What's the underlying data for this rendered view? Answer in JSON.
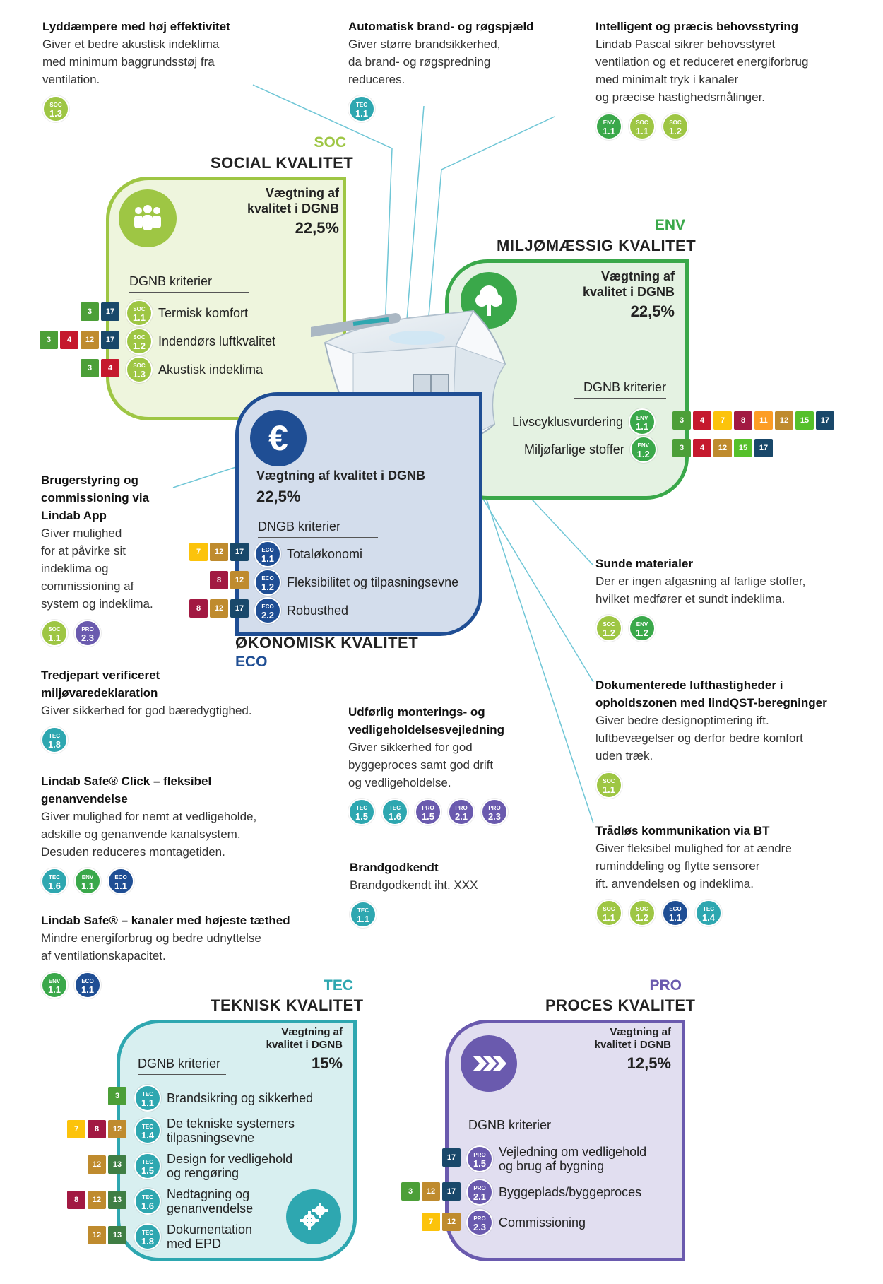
{
  "features": [
    {
      "title": "Lyddæmpere med høj effektivitet",
      "desc": "Giver et bedre akustisk indeklima\nmed minimum baggrundsstøj fra\nventilation.",
      "badges": [
        {
          "label": "SOC",
          "num": "1.3"
        }
      ]
    },
    {
      "title": "Automatisk brand- og røgspjæld",
      "desc": "Giver større brandsikkerhed,\nda brand- og røgspredning\nreduceres.",
      "badges": [
        {
          "label": "TEC",
          "num": "1.1"
        }
      ]
    },
    {
      "title": "Intelligent og præcis behovsstyring",
      "desc": "Lindab Pascal sikrer behovsstyret\nventilation og et reduceret energiforbrug\nmed minimalt tryk i kanaler\nog præcise hastighedsmålinger.",
      "badges": [
        {
          "label": "ENV",
          "num": "1.1"
        },
        {
          "label": "SOC",
          "num": "1.1"
        },
        {
          "label": "SOC",
          "num": "1.2"
        }
      ]
    },
    {
      "title": "Brugerstyring og\ncommissioning via\nLindab App",
      "desc": "Giver mulighed\nfor at påvirke sit\nindeklima og\ncommissioning af\nsystem og indeklima.",
      "badges": [
        {
          "label": "SOC",
          "num": "1.1"
        },
        {
          "label": "PRO",
          "num": "2.3"
        }
      ]
    },
    {
      "title": "Sunde materialer",
      "desc": "Der er ingen afgasning af farlige stoffer,\nhvilket medfører et sundt indeklima.",
      "badges": [
        {
          "label": "SOC",
          "num": "1.2"
        },
        {
          "label": "ENV",
          "num": "1.2"
        }
      ]
    },
    {
      "title": "Tredjepart verificeret\nmiljøvaredeklaration",
      "desc": "Giver sikkerhed for god bæredygtighed.",
      "badges": [
        {
          "label": "TEC",
          "num": "1.8"
        }
      ]
    },
    {
      "title": "Dokumenterede lufthastigheder i\nopholdszonen med lindQST-beregninger",
      "desc": "Giver bedre designoptimering ift.\nluftbevægelser og derfor bedre komfort\nuden træk.",
      "badges": [
        {
          "label": "SOC",
          "num": "1.1"
        }
      ]
    },
    {
      "title": "Udførlig monterings- og\nvedligeholdelsesvejledning",
      "desc": "Giver sikkerhed for god\nbyggeproces samt god drift\nog vedligeholdelse.",
      "badges": [
        {
          "label": "TEC",
          "num": "1.5"
        },
        {
          "label": "TEC",
          "num": "1.6"
        },
        {
          "label": "PRO",
          "num": "1.5"
        },
        {
          "label": "PRO",
          "num": "2.1"
        },
        {
          "label": "PRO",
          "num": "2.3"
        }
      ]
    },
    {
      "title": "Lindab Safe® Click – fleksibel\ngenanvendelse",
      "desc": "Giver mulighed for nemt at vedligeholde,\nadskille og genanvende kanalsystem.\nDesuden reduceres montagetiden.",
      "badges": [
        {
          "label": "TEC",
          "num": "1.6"
        },
        {
          "label": "ENV",
          "num": "1.1"
        },
        {
          "label": "ECO",
          "num": "1.1"
        }
      ]
    },
    {
      "title": "Trådløs kommunikation via BT",
      "desc": "Giver fleksibel mulighed for at ændre\nruminddeling og flytte sensorer\nift. anvendelsen og indeklima.",
      "badges": [
        {
          "label": "SOC",
          "num": "1.1"
        },
        {
          "label": "SOC",
          "num": "1.2"
        },
        {
          "label": "ECO",
          "num": "1.1"
        },
        {
          "label": "TEC",
          "num": "1.4"
        }
      ]
    },
    {
      "title": "Brandgodkendt",
      "desc": "Brandgodkendt iht. XXX",
      "badges": [
        {
          "label": "TEC",
          "num": "1.1"
        }
      ]
    },
    {
      "title": "Lindab Safe® – kanaler med højeste tæthed",
      "desc": "Mindre energiforbrug og bedre udnyttelse\naf ventilationskapacitet.",
      "badges": [
        {
          "label": "ENV",
          "num": "1.1"
        },
        {
          "label": "ECO",
          "num": "1.1"
        }
      ]
    }
  ],
  "colors": {
    "soc": "#9ec644",
    "tec": "#2ea7b0",
    "env": "#3aa84a",
    "eco": "#1f4e94",
    "pro": "#6a5aae"
  },
  "panels": {
    "soc": {
      "tag": "SOC",
      "title": "SOCIAL KVALITET",
      "weight_label": "Vægtning af\nkvalitet i DGNB",
      "weight": "22,5%",
      "crit_header": "DGNB kriterier",
      "criteria": [
        {
          "label": "SOC",
          "num": "1.1",
          "text": "Termisk komfort"
        },
        {
          "label": "SOC",
          "num": "1.2",
          "text": "Indendørs luftkvalitet"
        },
        {
          "label": "SOC",
          "num": "1.3",
          "text": "Akustisk indeklima"
        }
      ]
    },
    "env": {
      "tag": "ENV",
      "title": "MILJØMÆSSIG KVALITET",
      "weight_label": "Vægtning af\nkvalitet i DGNB",
      "weight": "22,5%",
      "crit_header": "DGNB kriterier",
      "criteria": [
        {
          "label": "ENV",
          "num": "1.1",
          "text": "Livscyklusvurdering"
        },
        {
          "label": "ENV",
          "num": "1.2",
          "text": "Miljøfarlige stoffer"
        }
      ]
    },
    "eco": {
      "tag": "ECO",
      "title": "ØKONOMISK KVALITET",
      "weight_label": "Vægtning af kvalitet i DGNB",
      "weight": "22,5%",
      "crit_header": "DNGB kriterier",
      "criteria": [
        {
          "label": "ECO",
          "num": "1.1",
          "text": "Totaløkonomi"
        },
        {
          "label": "ECO",
          "num": "1.2",
          "text": "Fleksibilitet og tilpasningsevne"
        },
        {
          "label": "ECO",
          "num": "2.2",
          "text": "Robusthed"
        }
      ]
    },
    "tec": {
      "tag": "TEC",
      "title": "TEKNISK KVALITET",
      "weight_label": "Vægtning af\nkvalitet i DGNB",
      "weight": "15%",
      "crit_header": "DGNB kriterier",
      "criteria": [
        {
          "label": "TEC",
          "num": "1.1",
          "text": "Brandsikring og sikkerhed"
        },
        {
          "label": "TEC",
          "num": "1.4",
          "text": "De tekniske systemers\ntilpasningsevne"
        },
        {
          "label": "TEC",
          "num": "1.5",
          "text": "Design for vedligehold\nog rengøring"
        },
        {
          "label": "TEC",
          "num": "1.6",
          "text": "Nedtagning og\ngenanvendelse"
        },
        {
          "label": "TEC",
          "num": "1.8",
          "text": "Dokumentation\nmed EPD"
        }
      ]
    },
    "pro": {
      "tag": "PRO",
      "title": "PROCES KVALITET",
      "weight_label": "Vægtning af\nkvalitet i DGNB",
      "weight": "12,5%",
      "crit_header": "DGNB kriterier",
      "criteria": [
        {
          "label": "PRO",
          "num": "1.5",
          "text": "Vejledning om vedligehold\nog brug af bygning"
        },
        {
          "label": "PRO",
          "num": "2.1",
          "text": "Byggeplads/byggeproces"
        },
        {
          "label": "PRO",
          "num": "2.3",
          "text": "Commissioning"
        }
      ]
    }
  },
  "sdg_colors": {
    "3": "#4c9f38",
    "4": "#c5192d",
    "7": "#fcc30b",
    "8": "#a21942",
    "11": "#fd9d24",
    "12": "#bf8b2e",
    "13": "#3f7e44",
    "15": "#56c02b",
    "17": "#19486a"
  },
  "sdg_rows": {
    "soc": [
      [
        "3",
        "17"
      ],
      [
        "3",
        "4",
        "12",
        "17"
      ],
      [
        "3",
        "4"
      ]
    ],
    "env": [
      [
        "3",
        "4",
        "7",
        "8",
        "11",
        "12",
        "15",
        "17"
      ],
      [
        "3",
        "4",
        "12",
        "15",
        "17"
      ]
    ],
    "eco": [
      [
        "7",
        "12",
        "17"
      ],
      [
        "8",
        "12"
      ],
      [
        "8",
        "12",
        "17"
      ]
    ],
    "tec": [
      [
        "3"
      ],
      [
        "7",
        "8",
        "12"
      ],
      [
        "12",
        "13"
      ],
      [
        "8",
        "12",
        "13"
      ],
      [
        "12",
        "13"
      ]
    ],
    "pro": [
      [
        "17"
      ],
      [
        "3",
        "12",
        "17"
      ],
      [
        "7",
        "12"
      ]
    ]
  },
  "icons": {
    "soc": "people-icon",
    "env": "tree-icon",
    "eco": "euro-icon",
    "tec": "gears-icon",
    "pro": "arrows-icon"
  }
}
